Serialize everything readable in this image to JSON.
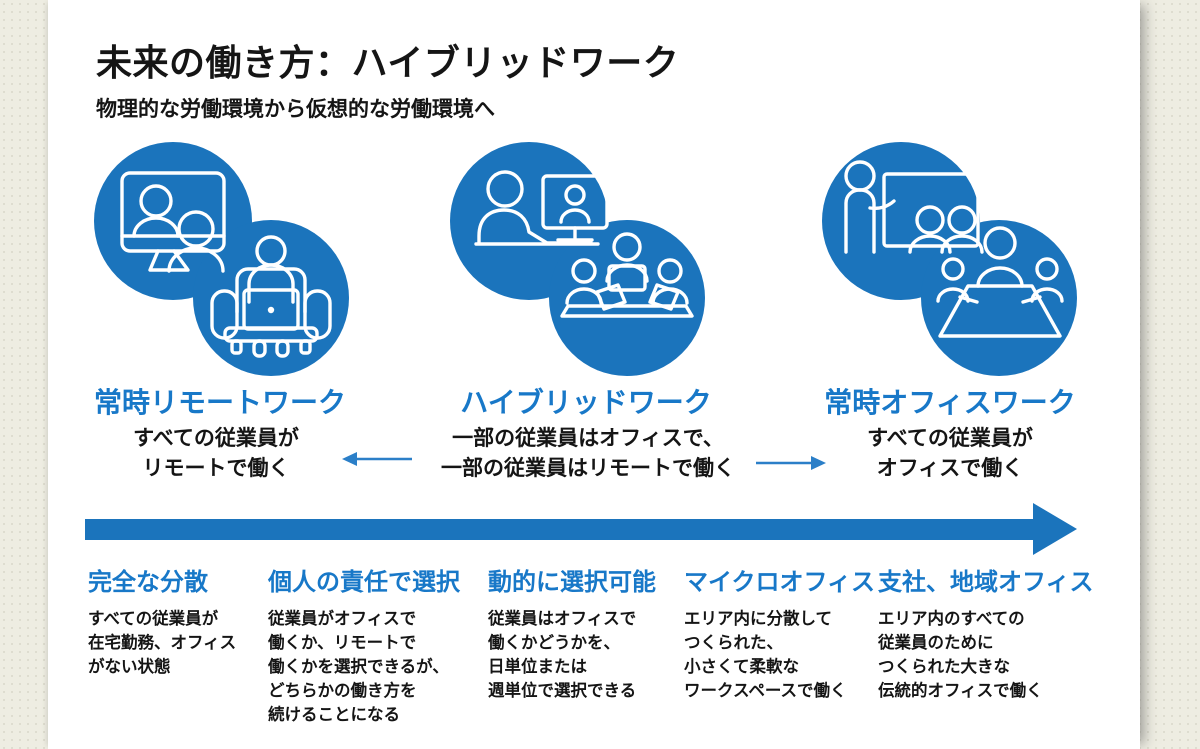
{
  "header": {
    "title": "未来の働き方：ハイブリッドワーク",
    "subtitle": "物理的な労働環境から仮想的な労働環境へ"
  },
  "modes": [
    {
      "label": "常時リモートワーク",
      "description": "すべての従業員が\nリモートで働く",
      "icons": [
        "video-call-monitor-icon",
        "person-on-couch-laptop-icon"
      ]
    },
    {
      "label": "ハイブリッドワーク",
      "description": "一部の従業員はオフィスで、\n一部の従業員はリモートで働く",
      "icons": [
        "person-at-desk-video-call-icon",
        "team-table-laptops-icon"
      ]
    },
    {
      "label": "常時オフィスワーク",
      "description": "すべての従業員が\nオフィスで働く",
      "icons": [
        "presenter-whiteboard-icon",
        "conference-table-icon"
      ]
    }
  ],
  "spectrum": [
    {
      "label": "完全な分散",
      "description": "すべての従業員が\n在宅勤務、オフィス\nがない状態"
    },
    {
      "label": "個人の責任で選択",
      "description": "従業員がオフィスで\n働くか、リモートで\n働くかを選択できるが、\nどちらかの働き方を\n続けることになる"
    },
    {
      "label": "動的に選択可能",
      "description": "従業員はオフィスで\n働くかどうかを、\n日単位または\n週単位で選択できる"
    },
    {
      "label": "マイクロオフィス",
      "description": "エリア内に分散して\nつくられた、\n小さくて柔軟な\nワークスペースで働く"
    },
    {
      "label": "支社、地域オフィス",
      "description": "エリア内のすべての\n従業員のために\nつくられた大きな\n伝統的オフィスで働く"
    }
  ],
  "colors": {
    "bg-beige": "#EEEDE2",
    "card-white": "#FFFFFF",
    "circle-blue": "#1B74BC",
    "heading-blue": "#1878C8",
    "arrow-blue": "#1B74BC",
    "connector-blue": "#2B7FC8",
    "text-dark": "#151515"
  }
}
